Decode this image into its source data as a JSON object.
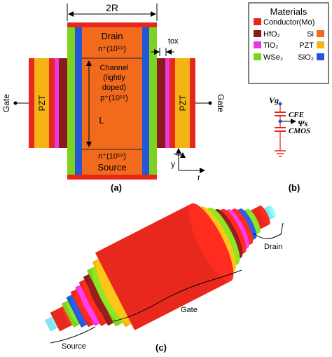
{
  "colors": {
    "conductor": "#e8281c",
    "hfo2": "#8b1a1a",
    "si": "#f26b1d",
    "tio2": "#e838e0",
    "pzt": "#f5b316",
    "wse2": "#7ed321",
    "sio2": "#2457d6",
    "cyan_cap": "#7fe8f0"
  },
  "panel_a": {
    "label": "(a)",
    "width_label": "2R",
    "drain": "Drain",
    "drain_doping": "n⁺(10¹⁹)",
    "channel_l1": "Channel",
    "channel_l2": "(lightly",
    "channel_l3": "doped)",
    "channel_l4": "p⁺(10¹⁵)",
    "length_label": "L",
    "source_doping": "n⁺(10¹⁹)",
    "source": "Source",
    "pzt_left": "PZT",
    "pzt_right": "PZT",
    "gate_left": "Gate",
    "gate_right": "Gate",
    "tox": "tox",
    "axis_y": "y",
    "axis_r": "r"
  },
  "legend": {
    "title": "Materials",
    "items": [
      {
        "name": "Conductor(Mo)",
        "color": "#e8281c"
      },
      {
        "name": "HfO₂",
        "color": "#8b1a1a"
      },
      {
        "name": "Si",
        "color": "#f26b1d"
      },
      {
        "name": "TiO₂",
        "color": "#e838e0"
      },
      {
        "name": "PZT",
        "color": "#f5b316"
      },
      {
        "name": "WSe₂",
        "color": "#7ed321"
      },
      {
        "name": "SiO₂",
        "color": "#2457d6"
      }
    ]
  },
  "panel_b": {
    "label": "(b)",
    "vg": "Vg",
    "cfe": "CFE",
    "psi": "Ψs",
    "cmos": "CMOS"
  },
  "panel_c": {
    "label": "(c)",
    "drain": "Drain",
    "gate": "Gate",
    "source": "Source"
  }
}
